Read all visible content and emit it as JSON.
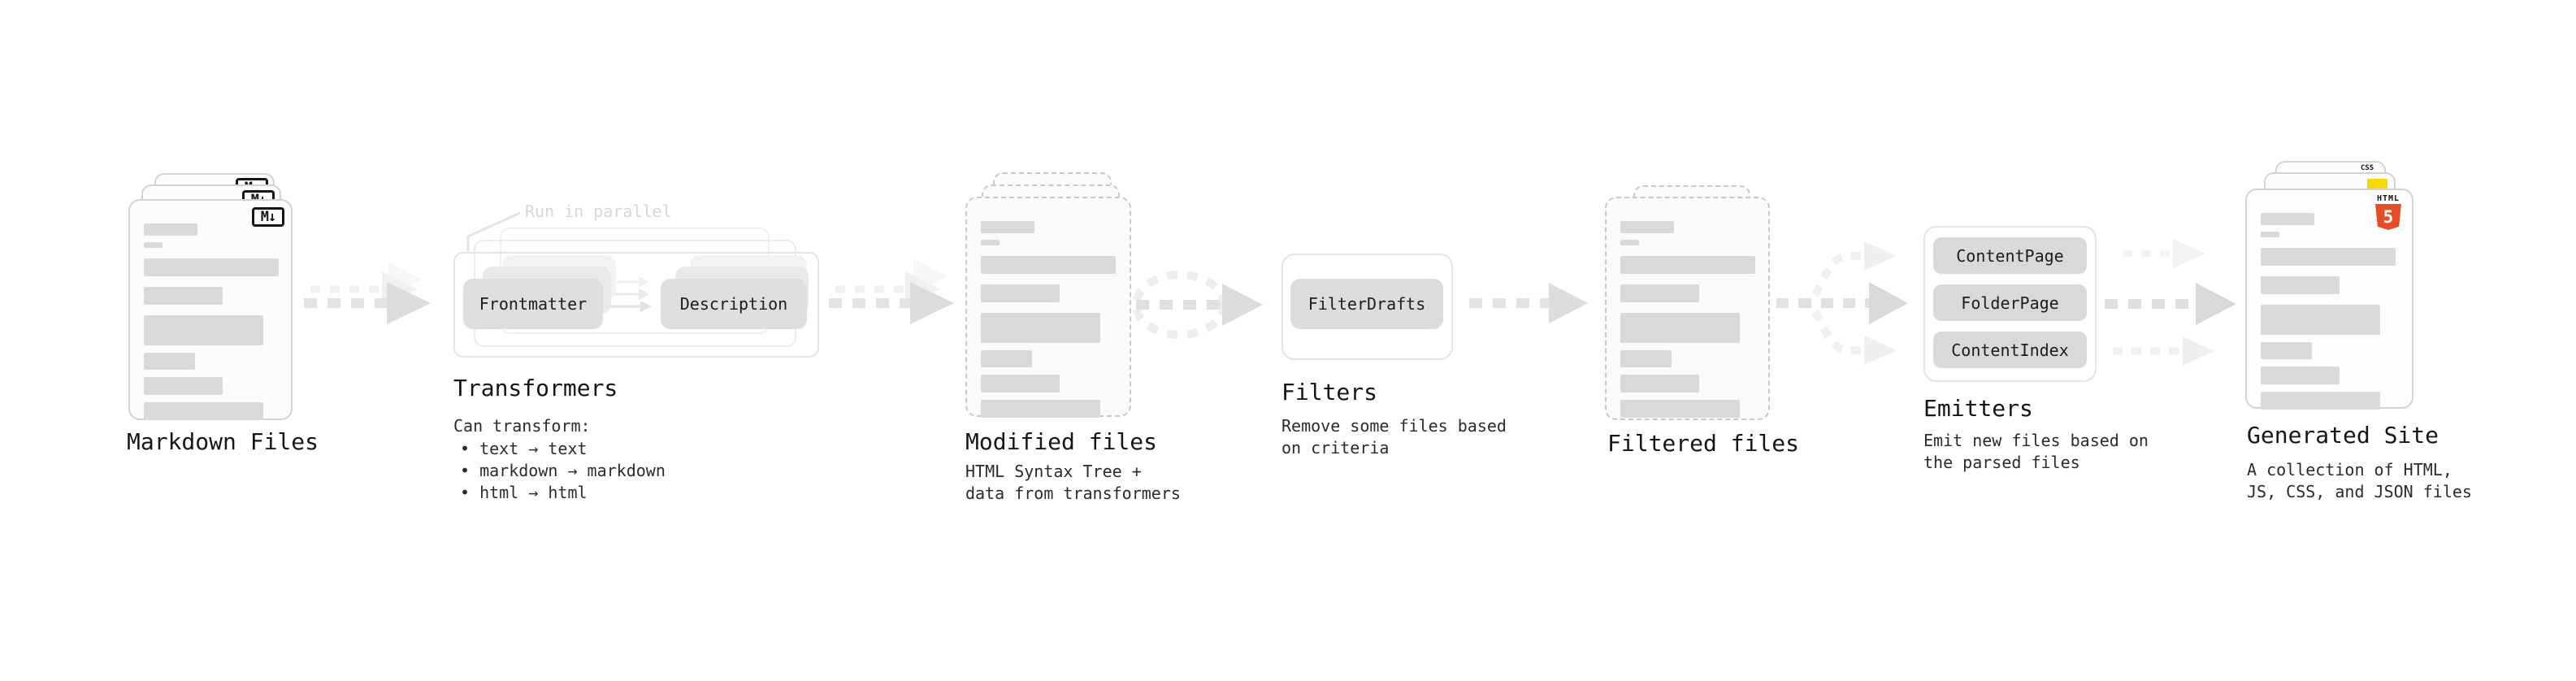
{
  "colors": {
    "accent_html5": "#e44d26",
    "accent_css": "#2b65e8",
    "accent_js": "#f5d900",
    "bar_gray": "#d9d9d9",
    "arrow_gray": "#e3e3e3"
  },
  "stages": {
    "markdown": {
      "title": "Markdown Files",
      "badge": "M↓"
    },
    "transformers": {
      "title": "Transformers",
      "note": "Run in parallel",
      "box_frontmatter": "Frontmatter",
      "box_description": "Description",
      "desc_heading": "Can transform:",
      "bullets": [
        "• text → text",
        "• markdown → markdown",
        "• html → html"
      ]
    },
    "modified": {
      "title": "Modified files",
      "desc": [
        "HTML Syntax Tree +",
        "data from transformers"
      ]
    },
    "filters": {
      "title": "Filters",
      "box": "FilterDrafts",
      "desc": [
        "Remove some files based",
        "on criteria"
      ]
    },
    "filtered": {
      "title": "Filtered files"
    },
    "emitters": {
      "title": "Emitters",
      "boxes": [
        "ContentPage",
        "FolderPage",
        "ContentIndex"
      ],
      "desc": [
        "Emit new files based on",
        "the parsed files"
      ]
    },
    "generated": {
      "title": "Generated Site",
      "desc": [
        "A collection of HTML,",
        "JS, CSS, and JSON files"
      ],
      "badge_css": "CSS",
      "badge_html_text": "HTML",
      "badge_html_number": "5"
    }
  }
}
